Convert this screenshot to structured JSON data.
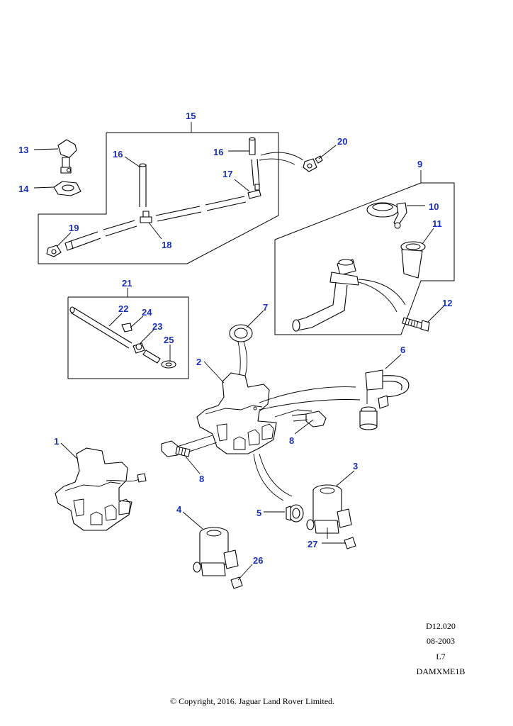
{
  "callouts": {
    "c1": "1",
    "c2": "2",
    "c3": "3",
    "c4": "4",
    "c5": "5",
    "c6": "6",
    "c7": "7",
    "c8a": "8",
    "c8b": "8",
    "c9": "9",
    "c10": "10",
    "c11": "11",
    "c12": "12",
    "c13": "13",
    "c14": "14",
    "c15": "15",
    "c16a": "16",
    "c16b": "16",
    "c17": "17",
    "c18": "18",
    "c19": "19",
    "c20": "20",
    "c21": "21",
    "c22": "22",
    "c23": "23",
    "c24": "24",
    "c25": "25",
    "c26": "26",
    "c27": "27"
  },
  "meta": {
    "code": "D12.020",
    "date": "08-2003",
    "line3": "L7",
    "ref": "DAMXME1B"
  },
  "copyright": "© Copyright, 2016. Jaguar Land Rover Limited.",
  "colors": {
    "callout": "#1a2fb8",
    "line": "#000000",
    "background": "#ffffff"
  }
}
